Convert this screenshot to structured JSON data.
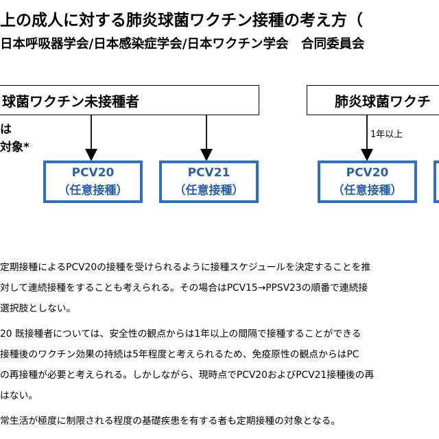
{
  "header": {
    "title": "上の成人に対する肺炎球菌ワクチン接種の考え方（",
    "subtitle": "日本呼吸器学会/日本感染症学会/日本ワクチン学会　合同委員会"
  },
  "flow": {
    "unvaccinated_label": "球菌ワクチン未接種者",
    "vaccinated_label": "肺炎球菌ワクチ",
    "side_note_line1": "は",
    "side_note_line2": "対象*",
    "interval_label": "1年以上",
    "boxes": [
      {
        "line1": "PCV20",
        "line2": "（任意接種）"
      },
      {
        "line1": "PCV21",
        "line2": "（任意接種）"
      },
      {
        "line1": "PCV20",
        "line2": "（任意接種）"
      }
    ]
  },
  "notes": [
    "定期接種によるPCV20の接種を受けられるように接種スケジュールを決定することを推",
    "対して連続接種をすることも考えられる。その場合はPCV15→PPSV23の順番で連続接",
    "選択肢としない。",
    "20 既接種者については、安全性の観点からは1年以上の間隔で接種することができる",
    "接種後のワクチン効果の持続は5年程度と考えられるため、免疫原性の観点からはPC",
    "の再接種が必要と考えられる。しかしながら、現時点でPCV20およびPCV21接種後の再",
    "はない。",
    "常生活が極度に制限される程度の基礎疾患を有する者も定期接種の対象となる。"
  ],
  "colors": {
    "accent_blue": "#2f6fbf",
    "text_blue": "#2a5fa8"
  }
}
